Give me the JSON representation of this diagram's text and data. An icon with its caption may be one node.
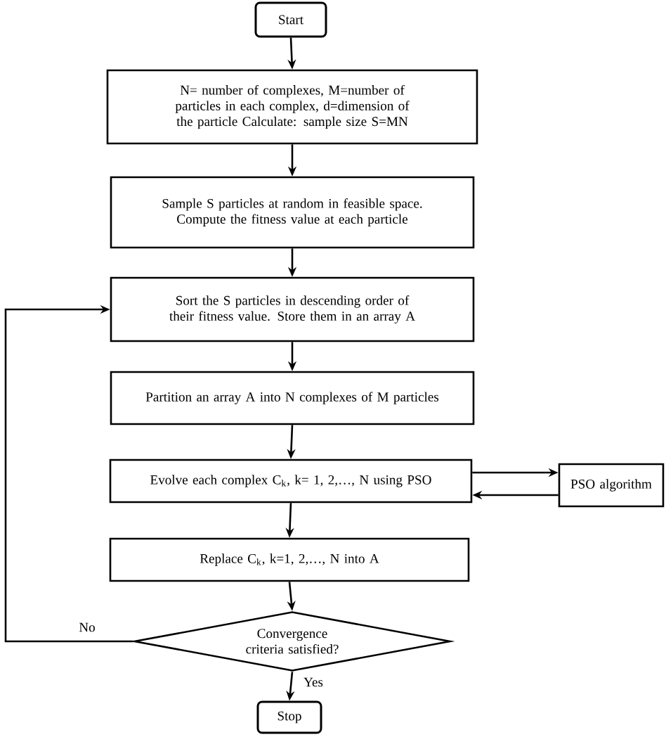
{
  "diagram": {
    "nodes": [
      {
        "text": [
          "Start"
        ]
      },
      {
        "text": [
          "N= number of complexes, M=number of particles in each complex, d=dimension of the particle Calculate: sample size S=MN"
        ]
      },
      {
        "text": [
          "Sample S particles at random in feasible space. Compute the fitness value at each particle"
        ]
      },
      {
        "text": [
          "Sort the S particles in descending order of their fitness value. Store them in an array A"
        ]
      },
      {
        "text": [
          "Partition an array A into N complexes of M particles"
        ]
      },
      {
        "text": [
          "Evolve each complex C$_{k}$, k= 1, 2,…, N using PSO"
        ]
      },
      {
        "text": [
          "PSO algorithm"
        ]
      },
      {
        "text": [
          "Replace C$_{k}$, k=1, 2,…, N into A"
        ]
      },
      {
        "text": [
          "Convergence criteria satisfied?"
        ]
      },
      {
        "text": [
          "Stop"
        ]
      }
    ],
    "edges": [
      {
        "from": 0,
        "to": 1,
        "arrow": "to"
      },
      {
        "from": 1,
        "to": 2,
        "arrow": "to"
      },
      {
        "from": 2,
        "to": 3,
        "arrow": "to"
      },
      {
        "from": 3,
        "to": 4,
        "arrow": "to"
      },
      {
        "from": 4,
        "to": 5,
        "arrow": "to"
      },
      {
        "from": 5,
        "to": 6,
        "arrow": "to"
      },
      {
        "from": 6,
        "to": 5,
        "arrow": "to"
      },
      {
        "from": 5,
        "to": 7,
        "arrow": "to"
      },
      {
        "from": 7,
        "to": 8,
        "arrow": "to"
      },
      {
        "from": 8,
        "to": 9,
        "arrow": "to",
        "label": "Yes"
      },
      {
        "from": 8,
        "to": 3,
        "arrow": "to",
        "label": "No"
      }
    ]
  }
}
